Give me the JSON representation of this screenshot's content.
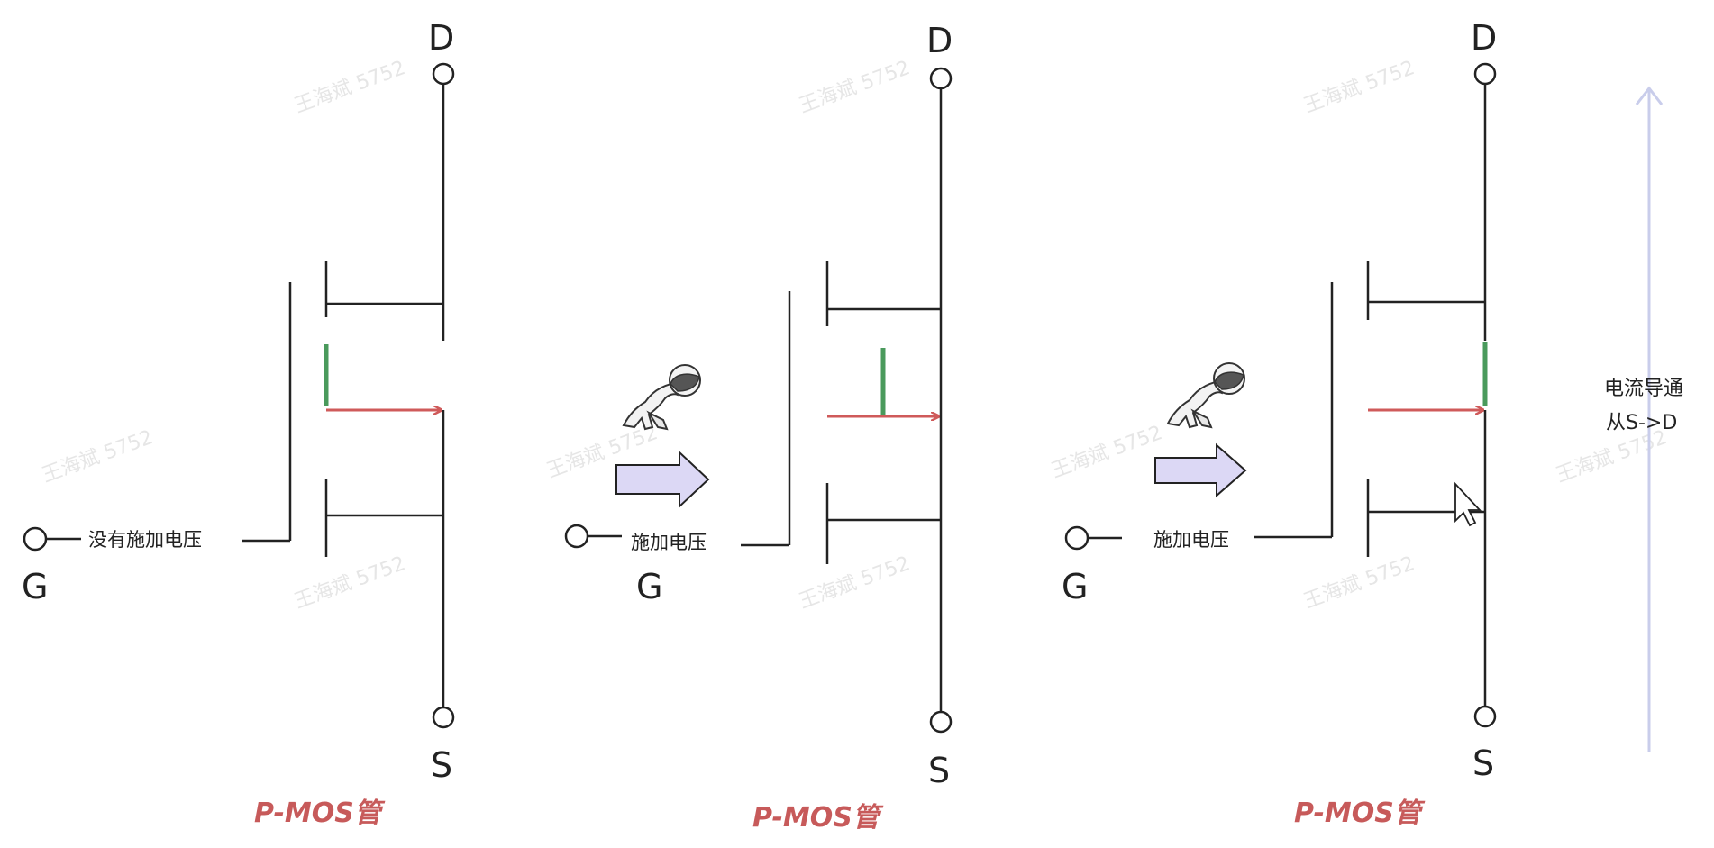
{
  "transistors": [
    {
      "title": "P-MOS管",
      "drain_label": "D",
      "source_label": "S",
      "gate_label": "G",
      "gate_text": "没有施加电压"
    },
    {
      "title": "P-MOS管",
      "drain_label": "D",
      "source_label": "S",
      "gate_label": "G",
      "gate_text": "施加电压"
    },
    {
      "title": "P-MOS管",
      "drain_label": "D",
      "source_label": "S",
      "gate_label": "G",
      "gate_text": "施加电压"
    }
  ],
  "conduction_note": {
    "line1": "电流导通",
    "line2": "从S->D"
  },
  "watermark": "王海斌 5752",
  "colors": {
    "wire": "#222222",
    "channel": "#4a9a5c",
    "carrier_arrow": "#cf5a5a",
    "push_arrow_fill": "#dcd8f5",
    "current_arrow": "#c9cdeb",
    "title": "#c75a5a"
  },
  "icons": [
    "pushing-figure-icon",
    "push-arrow-icon",
    "mouse-cursor-icon"
  ]
}
